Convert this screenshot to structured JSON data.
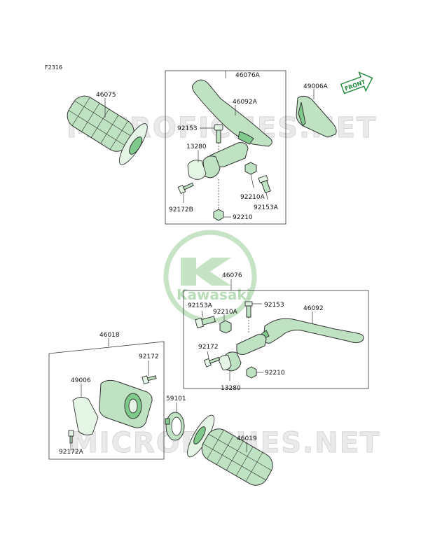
{
  "figure_code": "F2316",
  "watermark": {
    "site_text": "MICROFICHES.NET",
    "logo_text": "Kawasaki"
  },
  "direction_arrow": {
    "text": "FRONT"
  },
  "colors": {
    "part_fill": "#bfe3c2",
    "part_dark": "#7fc98a",
    "accent_green": "#1d8a3a",
    "watermark_logo": "#b9dcb9"
  },
  "assemblies": {
    "upper_lever": {
      "box_label": "46076A",
      "parts": [
        "46092A",
        "92153",
        "13280",
        "92210A",
        "92153A",
        "92172B",
        "92210"
      ]
    },
    "lower_lever": {
      "box_label": "46076",
      "parts": [
        "92153A",
        "92210A",
        "92153",
        "46092",
        "92172",
        "92210",
        "13280"
      ]
    },
    "throttle": {
      "box_label": "46018",
      "parts": [
        "92172",
        "49006",
        "92172A"
      ]
    }
  },
  "loose_parts": {
    "grip_left": "46075",
    "cover": "49006A",
    "clamp_ring": "59101",
    "grip_right": "46019"
  }
}
